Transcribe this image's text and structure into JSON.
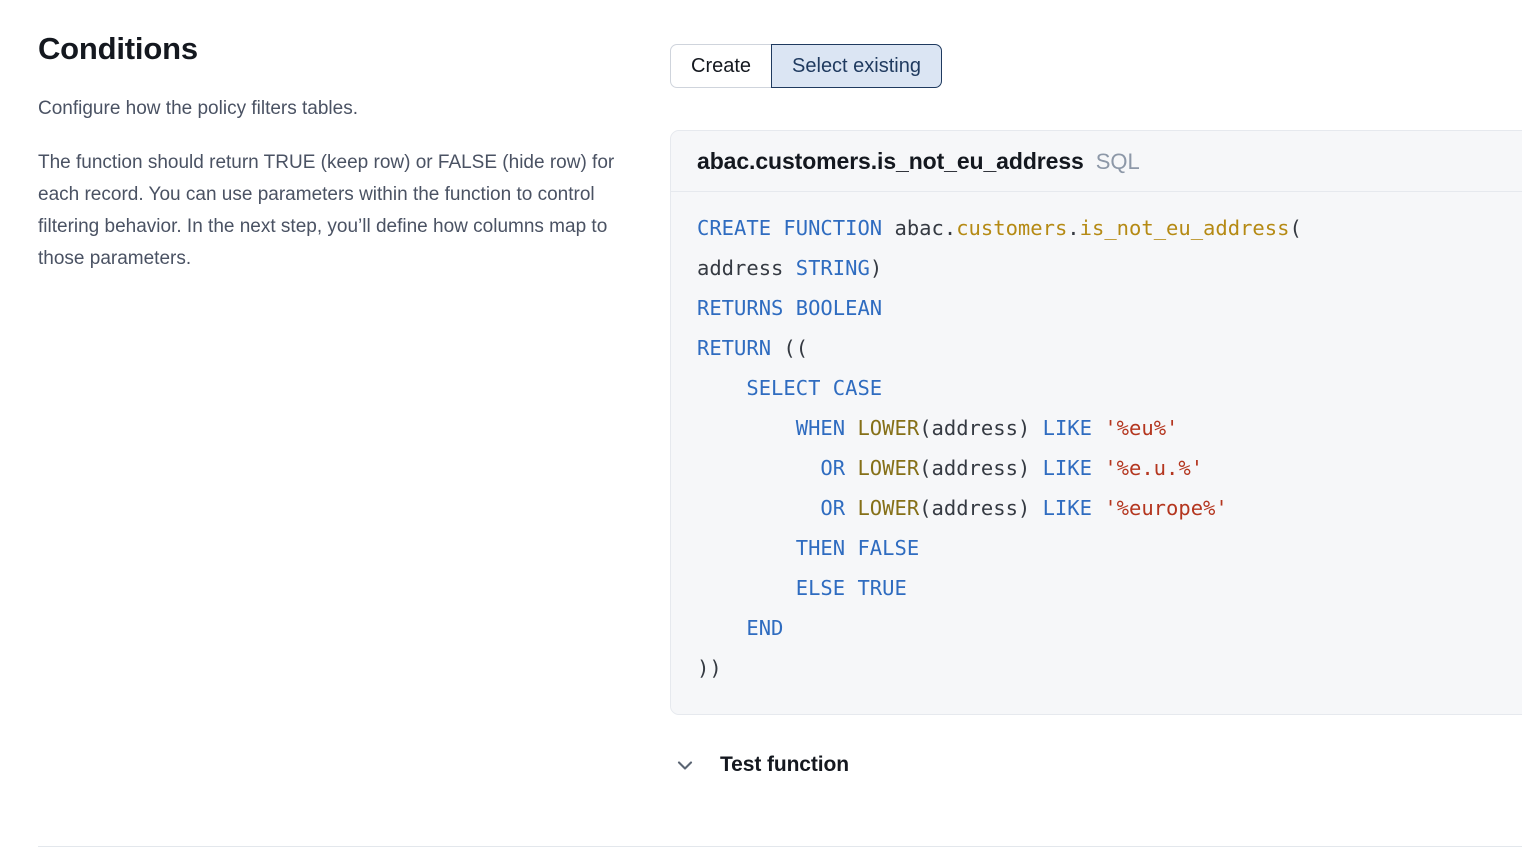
{
  "panel": {
    "title": "Conditions",
    "paragraphs": [
      "Configure how the policy filters tables.",
      "The function should return TRUE (keep row) or FALSE (hide row) for each record. You can use parameters within the function to control filtering behavior. In the next step, you’ll define how columns map to those parameters."
    ]
  },
  "segmented_control": {
    "options": [
      {
        "label": "Create",
        "selected": false
      },
      {
        "label": "Select existing",
        "selected": true
      }
    ],
    "selected_value": "Select existing",
    "selected_bg": "#dbe5f3",
    "selected_border": "#1f3a5f",
    "selected_text": "#1f3a5f"
  },
  "function_card": {
    "name": "abac.customers.is_not_eu_address",
    "language": "SQL",
    "background": "#f6f7f9",
    "code_lines": [
      [
        {
          "t": "CREATE FUNCTION ",
          "c": "kw"
        },
        {
          "t": "abac",
          "c": "plain"
        },
        {
          "t": ".",
          "c": "plain"
        },
        {
          "t": "customers",
          "c": "gold"
        },
        {
          "t": ".",
          "c": "plain"
        },
        {
          "t": "is_not_eu_address",
          "c": "gold"
        },
        {
          "t": "(",
          "c": "plain"
        }
      ],
      [
        {
          "t": "address ",
          "c": "plain"
        },
        {
          "t": "STRING",
          "c": "kw"
        },
        {
          "t": ")",
          "c": "plain"
        }
      ],
      [
        {
          "t": "RETURNS BOOLEAN",
          "c": "kw"
        }
      ],
      [
        {
          "t": "RETURN",
          "c": "kw"
        },
        {
          "t": " ((",
          "c": "plain"
        }
      ],
      [
        {
          "t": "    ",
          "c": "plain"
        },
        {
          "t": "SELECT CASE",
          "c": "kw"
        }
      ],
      [
        {
          "t": "        ",
          "c": "plain"
        },
        {
          "t": "WHEN ",
          "c": "kw"
        },
        {
          "t": "LOWER",
          "c": "fn"
        },
        {
          "t": "(address) ",
          "c": "plain"
        },
        {
          "t": "LIKE ",
          "c": "kw"
        },
        {
          "t": "'%eu%'",
          "c": "str"
        }
      ],
      [
        {
          "t": "          ",
          "c": "plain"
        },
        {
          "t": "OR ",
          "c": "kw"
        },
        {
          "t": "LOWER",
          "c": "fn"
        },
        {
          "t": "(address) ",
          "c": "plain"
        },
        {
          "t": "LIKE ",
          "c": "kw"
        },
        {
          "t": "'%e.u.%'",
          "c": "str"
        }
      ],
      [
        {
          "t": "          ",
          "c": "plain"
        },
        {
          "t": "OR ",
          "c": "kw"
        },
        {
          "t": "LOWER",
          "c": "fn"
        },
        {
          "t": "(address) ",
          "c": "plain"
        },
        {
          "t": "LIKE ",
          "c": "kw"
        },
        {
          "t": "'%europe%'",
          "c": "str"
        }
      ],
      [
        {
          "t": "        ",
          "c": "plain"
        },
        {
          "t": "THEN FALSE",
          "c": "kw"
        }
      ],
      [
        {
          "t": "        ",
          "c": "plain"
        },
        {
          "t": "ELSE TRUE",
          "c": "kw"
        }
      ],
      [
        {
          "t": "    ",
          "c": "plain"
        },
        {
          "t": "END",
          "c": "kw"
        }
      ],
      [
        {
          "t": "))",
          "c": "plain"
        }
      ]
    ]
  },
  "test_function": {
    "label": "Test function",
    "expanded": false,
    "icon": "chevron-down-icon"
  }
}
